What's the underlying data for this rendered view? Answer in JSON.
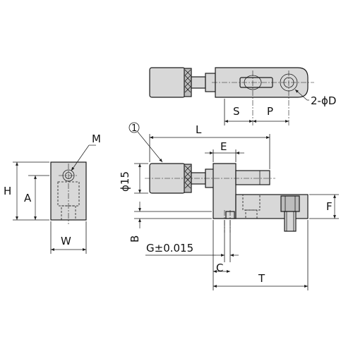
{
  "labels": {
    "L": "L",
    "E": "E",
    "S": "S",
    "P": "P",
    "D": "2-ϕD",
    "M": "M",
    "H": "H",
    "A": "A",
    "W": "W",
    "phi15": "ϕ15",
    "B": "B",
    "G": "G±0.015",
    "C": "C",
    "T": "T",
    "F": "F",
    "callout": "1"
  }
}
